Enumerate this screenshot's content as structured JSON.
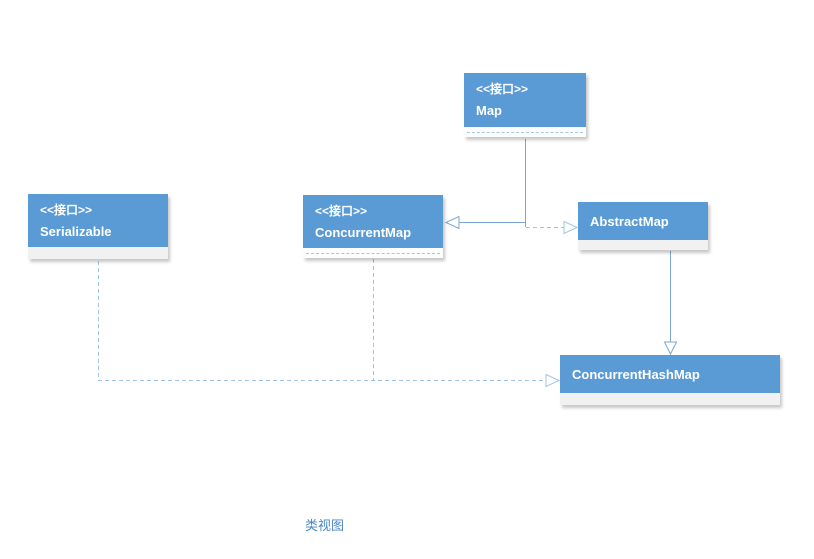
{
  "canvas": {
    "tab_label": "类视图",
    "background": "#ffffff"
  },
  "diagram": {
    "nodes": [
      {
        "stereotype": "<<接口>>",
        "name": "Map"
      },
      {
        "stereotype": "<<接口>>",
        "name": "Serializable"
      },
      {
        "stereotype": "<<接口>>",
        "name": "ConcurrentMap"
      },
      {
        "name": "AbstractMap"
      },
      {
        "name": "ConcurrentHashMap"
      }
    ],
    "colors": {
      "node_fill": "#5b9bd5",
      "node_text": "#ffffff",
      "collapsed_strip_fill": "#f1f1f2",
      "strip_dash_line": "#a9c7e3",
      "solid_connector": "#7da7cf",
      "dashed_connector": "#9fc5e8",
      "arrowhead_fill": "#ffffff",
      "tab_label_text": "#4a86c5"
    }
  }
}
